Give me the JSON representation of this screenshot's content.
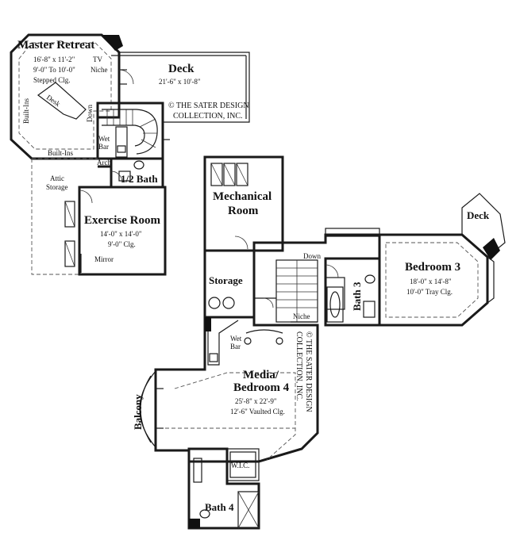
{
  "rooms": {
    "master_retreat": {
      "name": "Master Retreat",
      "dim": "16'-8\" x 11'-2\"",
      "ceiling1": "9'-0\" To 10'-0\"",
      "ceiling2": "Stepped Clg."
    },
    "deck_top": {
      "name": "Deck",
      "dim": "21'-6\" x 10'-8\""
    },
    "half_bath": {
      "name": "1/2 Bath"
    },
    "exercise": {
      "name": "Exercise Room",
      "dim": "14'-0\" x 14'-0\"",
      "ceiling": "9'-0\" Clg."
    },
    "mechanical": {
      "line1": "Mechanical",
      "line2": "Room"
    },
    "storage": {
      "name": "Storage"
    },
    "bedroom3": {
      "name": "Bedroom 3",
      "dim": "18'-0\" x 14'-8\"",
      "ceiling": "10'-0\" Tray Clg."
    },
    "bath3": {
      "name": "Bath 3"
    },
    "deck_right": {
      "name": "Deck"
    },
    "media": {
      "line1": "Media/",
      "line2": "Bedroom 4",
      "dim": "25'-8\" x 22'-9\"",
      "ceiling": "12'-6\" Vaulted Clg."
    },
    "balcony": {
      "name": "Balcony"
    },
    "bath4": {
      "name": "Bath 4"
    },
    "wic": {
      "name": "W.I.C."
    }
  },
  "labels": {
    "tv": "TV",
    "niche": "Niche",
    "desk": "Desk",
    "down": "Down",
    "built_ins_left": "Built-Ins",
    "built_ins_bottom": "Built-Ins",
    "wet": "Wet",
    "bar": "Bar",
    "arch": "Arch",
    "attic": "Attic",
    "attic_storage": "Storage",
    "mirror": "Mirror",
    "down_right": "Down",
    "niche_right": "Niche",
    "wet2": "Wet",
    "bar2": "Bar"
  },
  "copyright": {
    "line1": "© THE SATER DESIGN",
    "line2": "COLLECTION, INC.",
    "vertical1": "© THE SATER DESIGN",
    "vertical2": "COLLECTION, INC."
  }
}
